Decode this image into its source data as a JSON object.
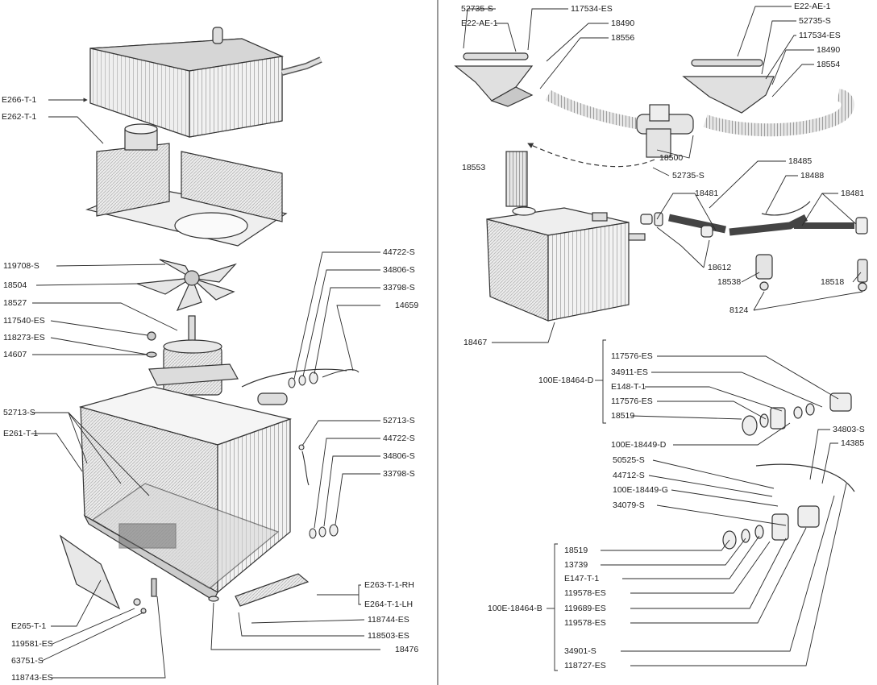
{
  "left_panel": {
    "labels": {
      "e266": "E266-T-1",
      "e262": "E262-T-1",
      "p119708": "119708-S",
      "p18504": "18504",
      "p18527": "18527",
      "p117540": "117540-ES",
      "p118273": "118273-ES",
      "p14607": "14607",
      "p52713a": "52713-S",
      "e261": "E261-T-1",
      "e265": "E265-T-1",
      "p119581": "119581-ES",
      "p63751": "63751-S",
      "p118743": "118743-ES",
      "p44722a": "44722-S",
      "p34806a": "34806-S",
      "p33798a": "33798-S",
      "p14659": "14659",
      "p52713b": "52713-S",
      "p44722b": "44722-S",
      "p34806b": "34806-S",
      "p33798b": "33798-S",
      "e263": "E263-T-1-RH",
      "e264": "E264-T-1-LH",
      "p118744": "118744-ES",
      "p118503": "118503-ES",
      "p18476": "18476"
    }
  },
  "right_panel": {
    "labels": {
      "p52735a": "52735-S",
      "e22a": "E22-AE-1",
      "p117534a": "117534-ES",
      "p18490a": "18490",
      "p18556": "18556",
      "e22b": "E22-AE-1",
      "p52735b": "52735-S",
      "p117534b": "117534-ES",
      "p18490b": "18490",
      "p18554": "18554",
      "p18553": "18553",
      "p18500": "18500",
      "p52735c": "52735-S",
      "p18485": "18485",
      "p18488": "18488",
      "p18481a": "18481",
      "p18481b": "18481",
      "p18612": "18612",
      "p18538": "18538",
      "p18518": "18518",
      "p8124": "8124",
      "p18467": "18467",
      "g18464d": "100E-18464-D",
      "p117576a": "117576-ES",
      "p34911": "34911-ES",
      "e148": "E148-T-1",
      "p117576b": "117576-ES",
      "p18519a": "18519",
      "p18449d": "100E-18449-D",
      "p34803": "34803-S",
      "p14385": "14385",
      "p50525": "50525-S",
      "p44712": "44712-S",
      "p18449g": "100E-18449-G",
      "p34079": "34079-S",
      "g18464b": "100E-18464-B",
      "p18519b": "18519",
      "p13739": "13739",
      "e147": "E147-T-1",
      "p119578a": "119578-ES",
      "p119689": "119689-ES",
      "p119578b": "119578-ES",
      "p34901": "34901-S",
      "p118727": "118727-ES"
    }
  }
}
